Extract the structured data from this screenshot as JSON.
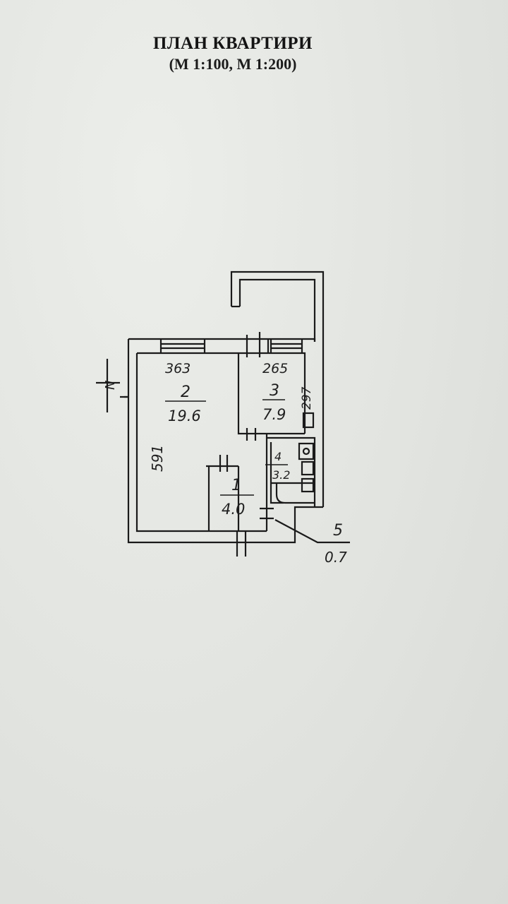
{
  "header": {
    "title": "ПЛАН КВАРТИРИ",
    "scale": "(М 1:100, М 1:200)"
  },
  "rooms": [
    {
      "number": "1",
      "area": "4.0"
    },
    {
      "number": "2",
      "area": "19.6"
    },
    {
      "number": "3",
      "area": "7.9"
    },
    {
      "number": "4",
      "area": "3.2"
    },
    {
      "number": "5",
      "area": "0.7"
    }
  ],
  "dimensions": {
    "room2_width": "363",
    "room2_length": "591",
    "room3_width": "265",
    "room3_length": "297"
  },
  "north_marker": "N",
  "colors": {
    "paper": "#e4e6e2",
    "ink": "#1a1a1a"
  }
}
